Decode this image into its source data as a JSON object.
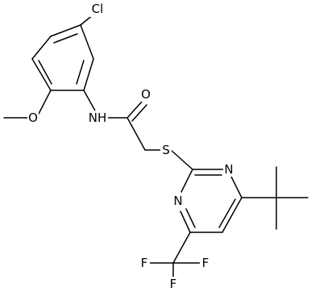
{
  "atom_labels": {
    "chlorine": "Cl",
    "methoxy_oxygen": "O",
    "amide_nitrogen": "NH",
    "carbonyl_oxygen": "O",
    "sulfur": "S",
    "pyrimidine_n3": "N",
    "pyrimidine_n1": "N",
    "fluorine_left": "F",
    "fluorine_bottom": "F",
    "fluorine_right": "F"
  },
  "colors": {
    "bond": "#000000",
    "text": "#000000",
    "background": "#ffffff"
  }
}
